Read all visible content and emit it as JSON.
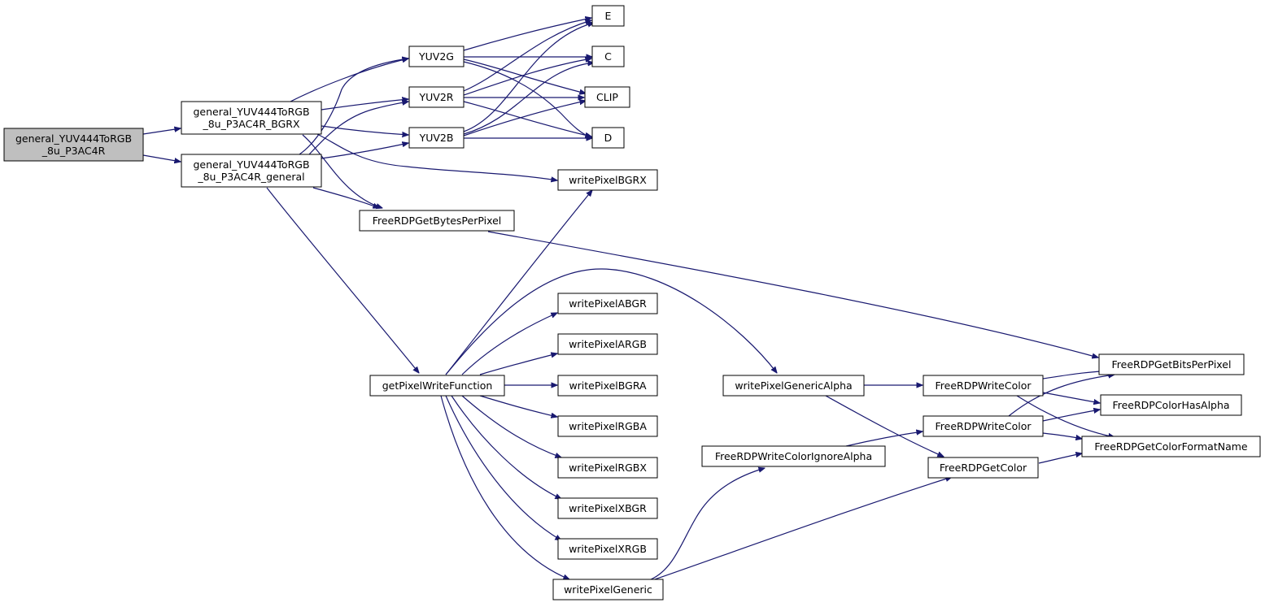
{
  "nodes": {
    "root": [
      "general_YUV444ToRGB",
      "_8u_P3AC4R"
    ],
    "bgrx": [
      "general_YUV444ToRGB",
      "_8u_P3AC4R_BGRX"
    ],
    "general": [
      "general_YUV444ToRGB",
      "_8u_P3AC4R_general"
    ],
    "yuv2g": [
      "YUV2G"
    ],
    "yuv2r": [
      "YUV2R"
    ],
    "yuv2b": [
      "YUV2B"
    ],
    "e": [
      "E"
    ],
    "c": [
      "C"
    ],
    "clip": [
      "CLIP"
    ],
    "d": [
      "D"
    ],
    "wp_bgrx": [
      "writePixelBGRX"
    ],
    "bytespp": [
      "FreeRDPGetBytesPerPixel"
    ],
    "getpwf": [
      "getPixelWriteFunction"
    ],
    "wp_abgr": [
      "writePixelABGR"
    ],
    "wp_argb": [
      "writePixelARGB"
    ],
    "wp_bgra": [
      "writePixelBGRA"
    ],
    "wp_rgba": [
      "writePixelRGBA"
    ],
    "wp_rgbx": [
      "writePixelRGBX"
    ],
    "wp_xbgr": [
      "writePixelXBGR"
    ],
    "wp_xrgb": [
      "writePixelXRGB"
    ],
    "wp_generic": [
      "writePixelGeneric"
    ],
    "wp_galpha": [
      "writePixelGenericAlpha"
    ],
    "wc_ignore": [
      "FreeRDPWriteColorIgnoreAlpha"
    ],
    "writecolor1": [
      "FreeRDPWriteColor"
    ],
    "writecolor2": [
      "FreeRDPWriteColor"
    ],
    "getcolor": [
      "FreeRDPGetColor"
    ],
    "bitspp": [
      "FreeRDPGetBitsPerPixel"
    ],
    "hasalpha": [
      "FreeRDPColorHasAlpha"
    ],
    "fmtname": [
      "FreeRDPGetColorFormatName"
    ]
  },
  "colors": {
    "edge": "#191970",
    "root_fill": "#bfbfbf",
    "node_fill": "#ffffff",
    "node_stroke": "#000000"
  }
}
